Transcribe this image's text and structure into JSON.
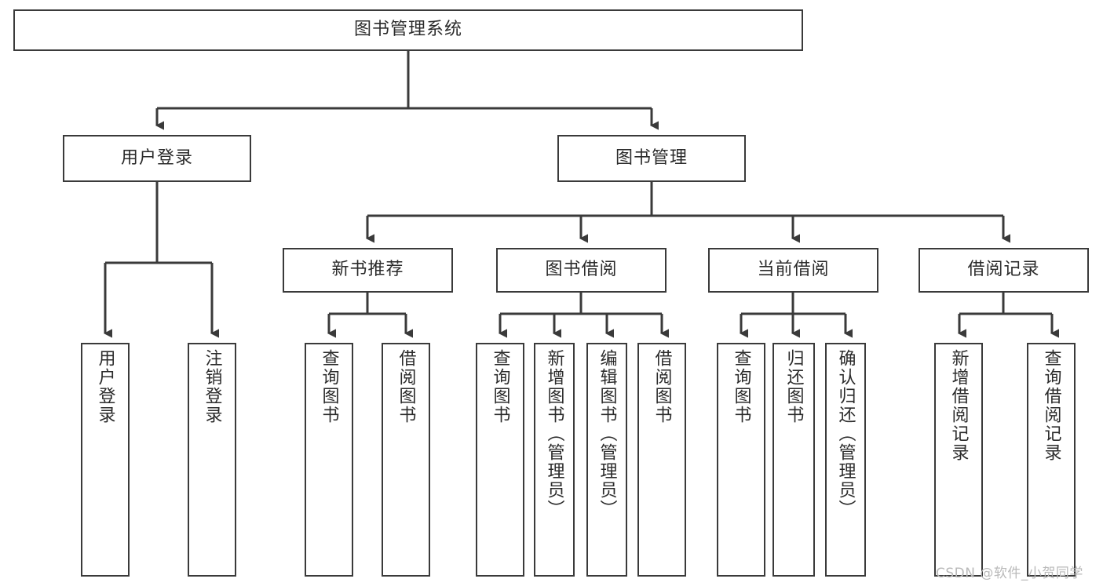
{
  "diagram": {
    "type": "tree",
    "title": "图书管理系统",
    "orientation": "top-down",
    "colors": {
      "background": "#ffffff",
      "node_border": "#3a3a3a",
      "node_fill": "#ffffff",
      "edge": "#3a3a3a",
      "text": "#2b2b2b",
      "watermark": "#b9b9b9"
    },
    "root": {
      "label": "图书管理系统"
    },
    "level2": [
      {
        "label": "用户登录"
      },
      {
        "label": "图书管理"
      }
    ],
    "level3": [
      {
        "label": "新书推荐"
      },
      {
        "label": "图书借阅"
      },
      {
        "label": "当前借阅"
      },
      {
        "label": "借阅记录"
      }
    ],
    "leaves_user_login": [
      {
        "label": "用户登录"
      },
      {
        "label": "注销登录"
      }
    ],
    "leaves_new_books": [
      {
        "label": "查询图书"
      },
      {
        "label": "借阅图书"
      }
    ],
    "leaves_borrow": [
      {
        "label": "查询图书"
      },
      {
        "label": "新增图书（管理员）"
      },
      {
        "label": "编辑图书（管理员）"
      },
      {
        "label": "借阅图书"
      }
    ],
    "leaves_current": [
      {
        "label": "查询图书"
      },
      {
        "label": "归还图书"
      },
      {
        "label": "确认归还（管理员）"
      }
    ],
    "leaves_records": [
      {
        "label": "新增借阅记录"
      },
      {
        "label": "查询借阅记录"
      }
    ],
    "watermark": "CSDN @软件_小贺同学"
  }
}
